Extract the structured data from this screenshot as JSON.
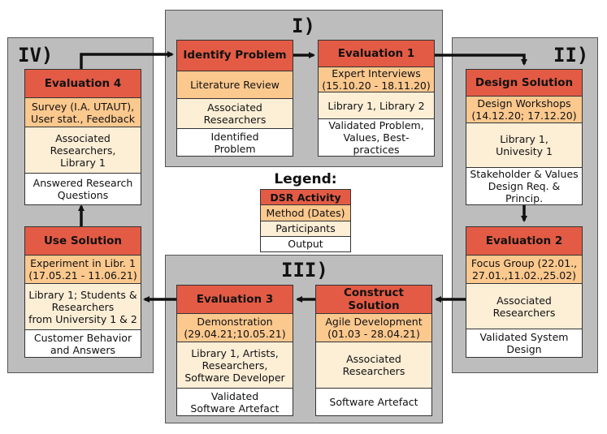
{
  "panels": [
    {
      "label": "I)"
    },
    {
      "label": "II)"
    },
    {
      "label": "III)"
    },
    {
      "label": "IV)"
    }
  ],
  "cards": {
    "identify": [
      "Identify Problem",
      "Literature Review",
      "Associated\nResearchers",
      "Identified\nProblem"
    ],
    "eval1": [
      "Evaluation 1",
      "Expert Interviews\n(15.10.20 - 18.11.20)",
      "Library 1, Library 2",
      "Validated Problem,\nValues, Best-practices"
    ],
    "design": [
      "Design Solution",
      "Design Workshops\n(14.12.20; 17.12.20)",
      "Library 1,\nUnivesity 1",
      "Stakeholder & Values\nDesign Req. & Princip."
    ],
    "eval2": [
      "Evaluation 2",
      "Focus Group (22.01.,\n27.01.,11.02.,25.02)",
      "Associated\nResearchers",
      "Validated System\nDesign"
    ],
    "construct": [
      "Construct Solution",
      "Agile Development\n(01.03 - 28.04.21)",
      "Associated\nResearchers",
      "Software Artefact"
    ],
    "eval3": [
      "Evaluation 3",
      "Demonstration\n(29.04.21;10.05.21)",
      "Library 1, Artists,\nResearchers,\nSoftware Developer",
      "Validated\nSoftware Artefact"
    ],
    "use": [
      "Use Solution",
      "Experiment in Libr. 1\n(17.05.21 - 11.06.21)",
      "Library 1; Students &\nResearchers\nfrom University 1 & 2",
      "Customer Behavior\nand Answers"
    ],
    "eval4": [
      "Evaluation 4",
      "Survey (I.A. UTAUT),\nUser stat., Feedback",
      "Associated\nResearchers,\nLibrary 1",
      "Answered Research\nQuestions"
    ]
  },
  "legend": {
    "title": "Legend:",
    "items": [
      "DSR Activity",
      "Method (Dates)",
      "Participants",
      "Output"
    ]
  },
  "colors": {
    "activity": "#e35b45",
    "method": "#fbc88e",
    "participants": "#fdeed6",
    "output": "#ffffff",
    "panel": "#bdbdbd"
  }
}
